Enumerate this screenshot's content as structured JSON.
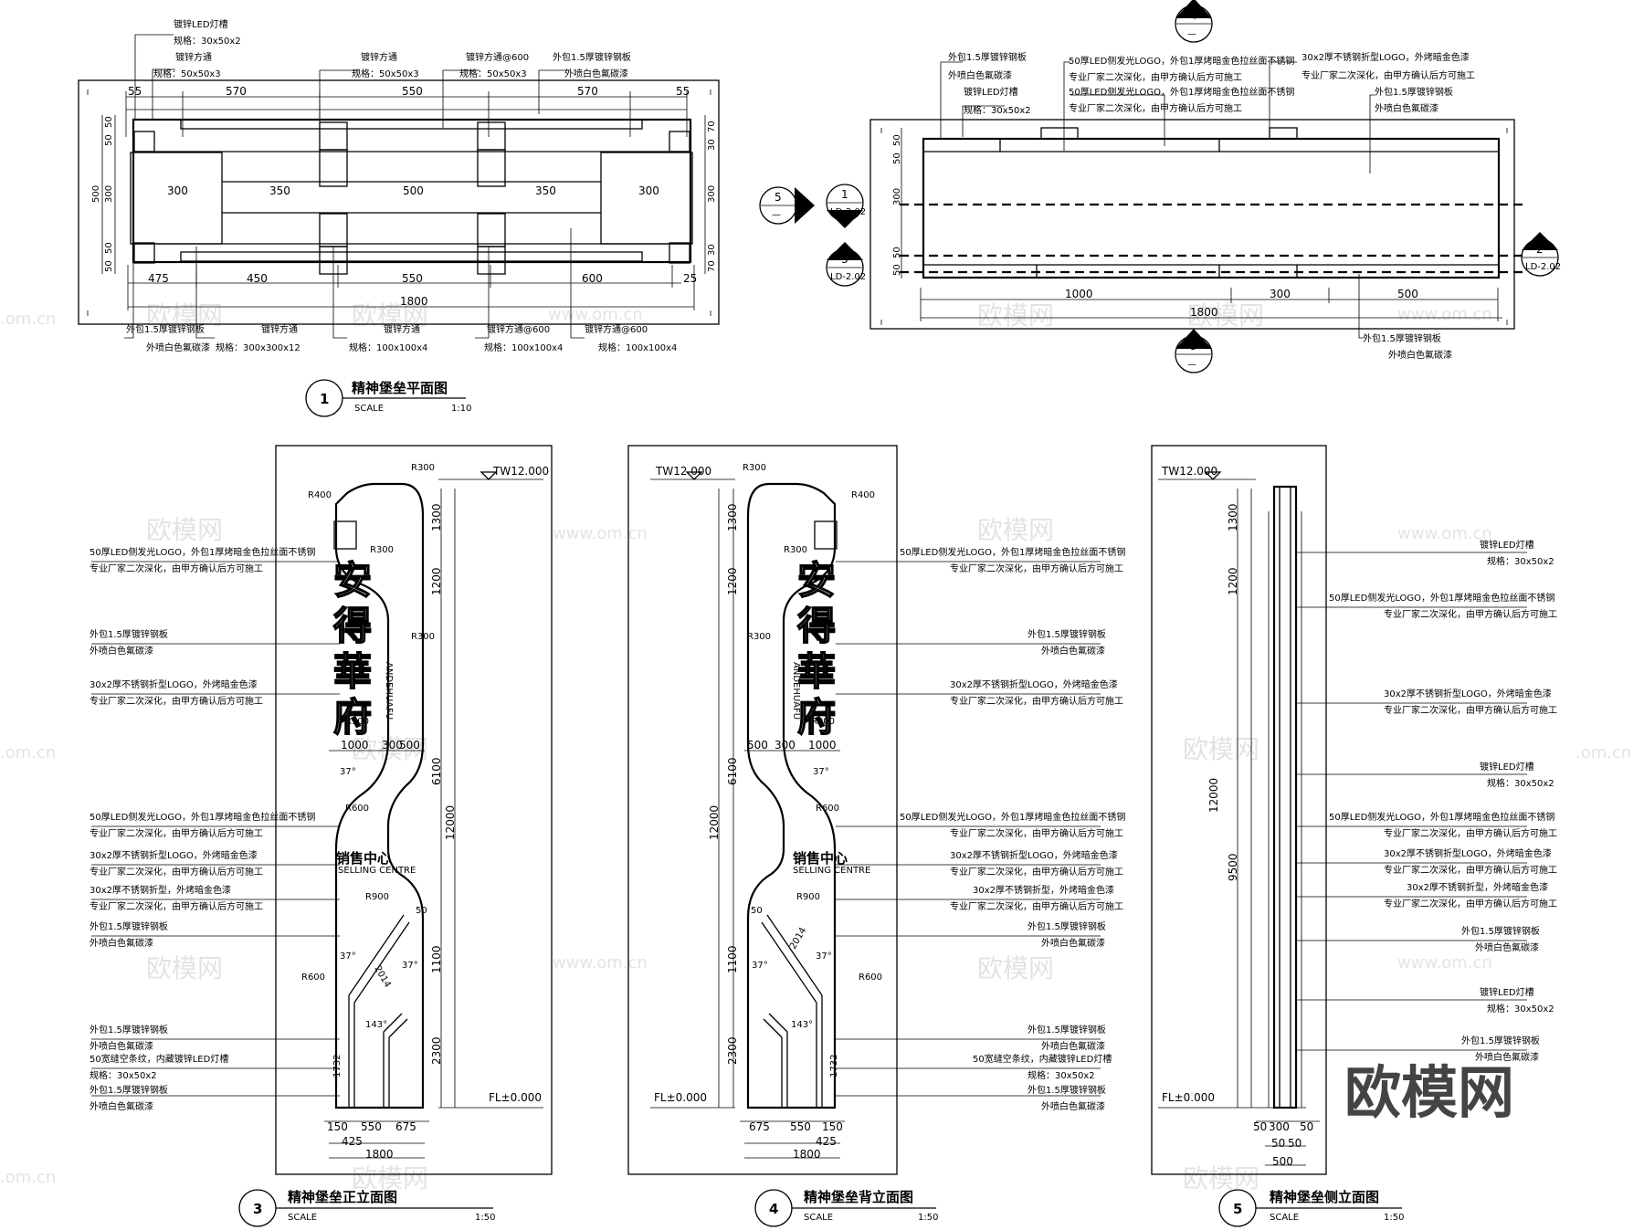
{
  "drawing1": {
    "number": "1",
    "title": "精神堡垒平面图",
    "scale_label": "SCALE",
    "scale": "1:10",
    "top_dims": [
      "55",
      "570",
      "550",
      "570",
      "55"
    ],
    "mid_dims": [
      "300",
      "350",
      "500",
      "350",
      "300"
    ],
    "bottom_dims": [
      "475",
      "450",
      "550",
      "600",
      "25"
    ],
    "total": "1800",
    "left_dims": [
      "50",
      "50",
      "500",
      "300",
      "50",
      "50"
    ],
    "right_dims": [
      "70",
      "30",
      "300",
      "30",
      "70"
    ],
    "labels_top": [
      {
        "l1": "镀锌LED灯槽",
        "l2": "规格：30x50x2"
      },
      {
        "l1": "镀锌方通",
        "l2": "规格：50x50x3"
      },
      {
        "l1": "镀锌方通",
        "l2": "规格：50x50x3"
      },
      {
        "l1": "镀锌方通@600",
        "l2": "规格：50x50x3"
      },
      {
        "l1": "外包1.5厚镀锌钢板",
        "l2": "外喷白色氟碳漆"
      }
    ],
    "labels_bottom": [
      {
        "l1": "外包1.5厚镀锌钢板",
        "l2": "外喷白色氟碳漆"
      },
      {
        "l1": "镀锌方通",
        "l2": "规格：300x300x12"
      },
      {
        "l1": "镀锌方通",
        "l2": "规格：100x100x4"
      },
      {
        "l1": "镀锌方通@600",
        "l2": "规格：100x100x4"
      },
      {
        "l1": "镀锌方通@600",
        "l2": "规格：100x100x4"
      }
    ]
  },
  "drawing2": {
    "labels_top": [
      {
        "l1": "外包1.5厚镀锌钢板",
        "l2": "外喷白色氟碳漆"
      },
      {
        "l1": "镀锌LED灯槽",
        "l2": "规格：30x50x2"
      },
      {
        "l1": "50厚LED侧发光LOGO，外包1厚烤暗金色拉丝面不锈钢",
        "l2": "专业厂家二次深化，由甲方确认后方可施工"
      },
      {
        "l1": "30x2厚不锈钢折型LOGO，外烤暗金色漆",
        "l2": "专业厂家二次深化，由甲方确认后方可施工"
      },
      {
        "l1": "外包1.5厚镀锌钢板",
        "l2": "外喷白色氟碳漆"
      }
    ],
    "left_dims": [
      "50",
      "50",
      "300",
      "50",
      "50"
    ],
    "bottom_dims": [
      "1000",
      "300",
      "500"
    ],
    "total": "1800",
    "label_bottom": {
      "l1": "外包1.5厚镀锌钢板",
      "l2": "外喷白色氟碳漆"
    },
    "markers": [
      {
        "n": "4",
        "s": "—"
      },
      {
        "n": "5",
        "s": "—"
      },
      {
        "n": "1",
        "s": "LD-2.02"
      },
      {
        "n": "3",
        "s": "LD-2.02"
      },
      {
        "n": "2",
        "s": "LD-2.02"
      },
      {
        "n": "3",
        "s": "—"
      }
    ]
  },
  "elev_common": {
    "top_level": "TW12.000",
    "floor_level": "FL±0.000",
    "name_chars": [
      "安",
      "得",
      "華",
      "府"
    ],
    "pinyin": "ANDEHUAFU",
    "sales_cn": "销售中心",
    "sales_en": "SELLING CENTRE",
    "radii": [
      "R300",
      "R400",
      "R300",
      "R300",
      "R900",
      "R600",
      "R900",
      "R600"
    ],
    "angles": [
      "37°",
      "37°",
      "37°",
      "143°"
    ],
    "diag": "2014",
    "dim_50": "50",
    "dim_1732": "1732"
  },
  "drawing3": {
    "number": "3",
    "title": "精神堡垒正立面图",
    "scale_label": "SCALE",
    "scale": "1:50",
    "v_dims": [
      "1300",
      "1200",
      "6100",
      "1100",
      "2300"
    ],
    "total_h": "12000",
    "mid_dims": [
      "1000",
      "300",
      "500"
    ],
    "bottom_dims": [
      "150",
      "550",
      "675",
      "425"
    ],
    "total": "1800",
    "labels": [
      {
        "l1": "50厚LED侧发光LOGO，外包1厚烤暗金色拉丝面不锈钢",
        "l2": "专业厂家二次深化，由甲方确认后方可施工"
      },
      {
        "l1": "外包1.5厚镀锌钢板",
        "l2": "外喷白色氟碳漆"
      },
      {
        "l1": "30x2厚不锈钢折型LOGO，外烤暗金色漆",
        "l2": "专业厂家二次深化，由甲方确认后方可施工"
      },
      {
        "l1": "50厚LED侧发光LOGO，外包1厚烤暗金色拉丝面不锈钢",
        "l2": "专业厂家二次深化，由甲方确认后方可施工"
      },
      {
        "l1": "30x2厚不锈钢折型LOGO，外烤暗金色漆",
        "l2": "专业厂家二次深化，由甲方确认后方可施工"
      },
      {
        "l1": "30x2厚不锈钢折型，外烤暗金色漆",
        "l2": "专业厂家二次深化，由甲方确认后方可施工"
      },
      {
        "l1": "外包1.5厚镀锌钢板",
        "l2": "外喷白色氟碳漆"
      },
      {
        "l1": "外包1.5厚镀锌钢板",
        "l2": "外喷白色氟碳漆"
      },
      {
        "l1": "50宽缝空条纹，内藏镀锌LED灯槽",
        "l2": "规格：30x50x2"
      },
      {
        "l1": "外包1.5厚镀锌钢板",
        "l2": "外喷白色氟碳漆"
      }
    ]
  },
  "drawing4": {
    "number": "4",
    "title": "精神堡垒背立面图",
    "scale_label": "SCALE",
    "scale": "1:50",
    "v_dims": [
      "1300",
      "1200",
      "6100",
      "1100",
      "2300"
    ],
    "total_h": "12000",
    "mid_dims": [
      "500",
      "300",
      "1000"
    ],
    "bottom_dims": [
      "675",
      "550",
      "150",
      "425"
    ],
    "total": "1800"
  },
  "drawing5": {
    "number": "5",
    "title": "精神堡垒侧立面图",
    "scale_label": "SCALE",
    "scale": "1:50",
    "v_dims": [
      "1300",
      "1200",
      "9500"
    ],
    "total_h": "12000",
    "bottom_dims": [
      "50",
      "300",
      "50",
      "50",
      "50"
    ],
    "total": "500",
    "labels": [
      {
        "l1": "镀锌LED灯槽",
        "l2": "规格：30x50x2"
      },
      {
        "l1": "50厚LED侧发光LOGO，外包1厚烤暗金色拉丝面不锈钢",
        "l2": "专业厂家二次深化，由甲方确认后方可施工"
      },
      {
        "l1": "30x2厚不锈钢折型LOGO，外烤暗金色漆",
        "l2": "专业厂家二次深化，由甲方确认后方可施工"
      },
      {
        "l1": "镀锌LED灯槽",
        "l2": "规格：30x50x2"
      },
      {
        "l1": "50厚LED侧发光LOGO，外包1厚烤暗金色拉丝面不锈钢",
        "l2": "专业厂家二次深化，由甲方确认后方可施工"
      },
      {
        "l1": "30x2厚不锈钢折型LOGO，外烤暗金色漆",
        "l2": "专业厂家二次深化，由甲方确认后方可施工"
      },
      {
        "l1": "30x2厚不锈钢折型，外烤暗金色漆",
        "l2": "专业厂家二次深化，由甲方确认后方可施工"
      },
      {
        "l1": "外包1.5厚镀锌钢板",
        "l2": "外喷白色氟碳漆"
      },
      {
        "l1": "镀锌LED灯槽",
        "l2": "规格：30x50x2"
      },
      {
        "l1": "外包1.5厚镀锌钢板",
        "l2": "外喷白色氟碳漆"
      }
    ]
  },
  "watermark": {
    "cn": "欧模网",
    "url": "www.om.cn",
    "url_short": ".om.cn",
    "corner": "欧模网"
  }
}
